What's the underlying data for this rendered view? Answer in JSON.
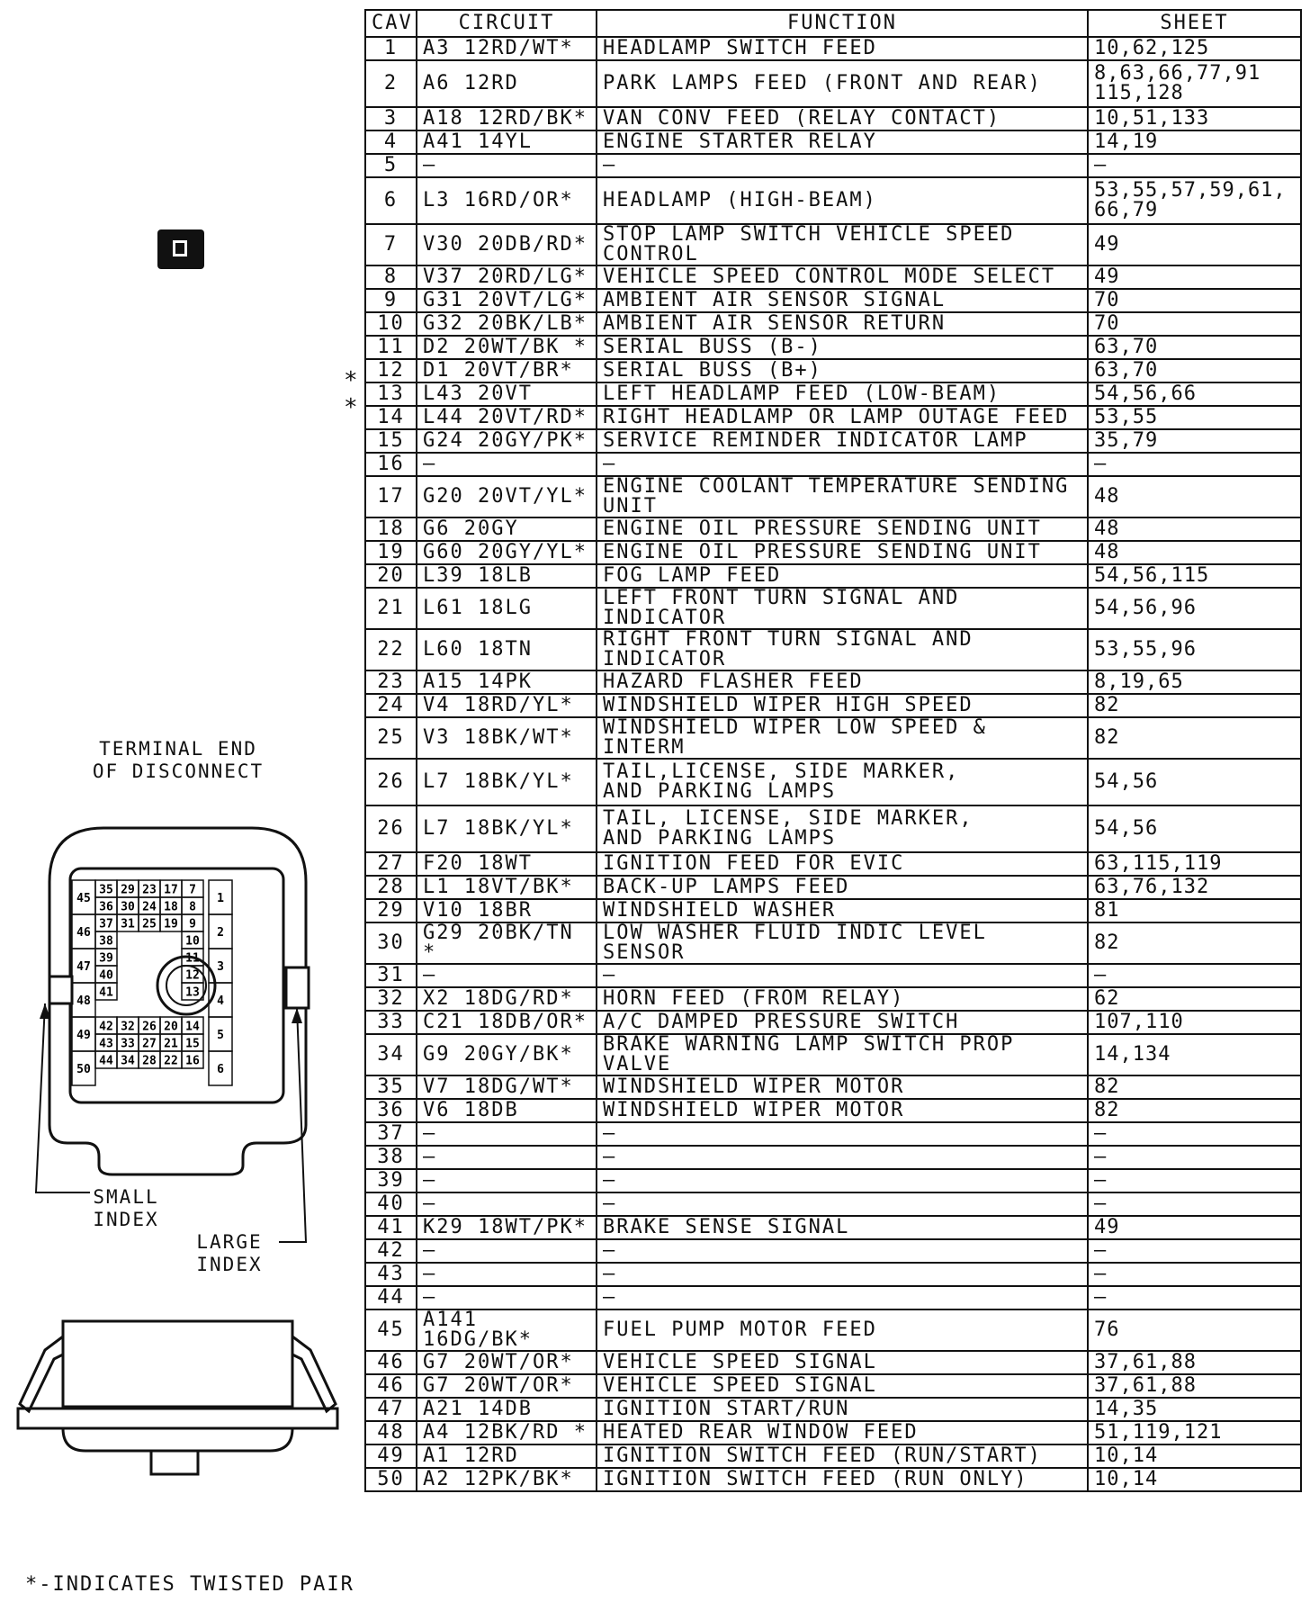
{
  "table": {
    "headers": {
      "cav": "CAV",
      "circuit": "CIRCUIT",
      "function": "FUNCTION",
      "sheet": "SHEET"
    },
    "rows": [
      {
        "cav": "1",
        "circuit": "A3 12RD/WT*",
        "function": "HEADLAMP SWITCH FEED",
        "sheet": "10,62,125"
      },
      {
        "cav": "2",
        "circuit": "A6 12RD",
        "function": "PARK LAMPS FEED (FRONT AND REAR)",
        "sheet": "8,63,66,77,91\n115,128"
      },
      {
        "cav": "3",
        "circuit": "A18 12RD/BK*",
        "function": "VAN CONV FEED (RELAY CONTACT)",
        "sheet": "10,51,133"
      },
      {
        "cav": "4",
        "circuit": "A41 14YL",
        "function": "ENGINE STARTER RELAY",
        "sheet": "14,19"
      },
      {
        "cav": "5",
        "circuit": "—",
        "function": "—",
        "sheet": "—"
      },
      {
        "cav": "6",
        "circuit": "L3 16RD/OR*",
        "function": "HEADLAMP (HIGH-BEAM)",
        "sheet": "53,55,57,59,61,\n66,79"
      },
      {
        "cav": "7",
        "circuit": "V30 20DB/RD*",
        "function": "STOP LAMP SWITCH VEHICLE SPEED CONTROL",
        "sheet": "49"
      },
      {
        "cav": "8",
        "circuit": "V37 20RD/LG*",
        "function": "VEHICLE SPEED CONTROL MODE SELECT",
        "sheet": "49"
      },
      {
        "cav": "9",
        "circuit": "G31 20VT/LG*",
        "function": "AMBIENT AIR SENSOR SIGNAL",
        "sheet": "70"
      },
      {
        "cav": "10",
        "circuit": "G32 20BK/LB*",
        "function": "AMBIENT AIR SENSOR RETURN",
        "sheet": "70"
      },
      {
        "cav": "11",
        "circuit": "D2 20WT/BK *",
        "function": "SERIAL BUSS (B-)",
        "sheet": "63,70"
      },
      {
        "cav": "12",
        "circuit": "D1 20VT/BR*",
        "function": "SERIAL BUSS (B+)",
        "sheet": "63,70"
      },
      {
        "cav": "13",
        "circuit": "L43 20VT",
        "function": "LEFT HEADLAMP FEED (LOW-BEAM)",
        "sheet": "54,56,66"
      },
      {
        "cav": "14",
        "circuit": "L44 20VT/RD*",
        "function": "RIGHT HEADLAMP OR LAMP OUTAGE FEED",
        "sheet": "53,55"
      },
      {
        "cav": "15",
        "circuit": "G24 20GY/PK*",
        "function": "SERVICE REMINDER INDICATOR LAMP",
        "sheet": "35,79"
      },
      {
        "cav": "16",
        "circuit": "—",
        "function": "—",
        "sheet": "—"
      },
      {
        "cav": "17",
        "circuit": "G20 20VT/YL*",
        "function": "ENGINE COOLANT TEMPERATURE SENDING UNIT",
        "sheet": "48"
      },
      {
        "cav": "18",
        "circuit": "G6 20GY",
        "function": "ENGINE OIL PRESSURE SENDING UNIT",
        "sheet": "48"
      },
      {
        "cav": "19",
        "circuit": "G60 20GY/YL*",
        "function": "ENGINE OIL PRESSURE SENDING UNIT",
        "sheet": "48"
      },
      {
        "cav": "20",
        "circuit": "L39 18LB",
        "function": "FOG LAMP FEED",
        "sheet": "54,56,115"
      },
      {
        "cav": "21",
        "circuit": "L61 18LG",
        "function": "LEFT FRONT TURN SIGNAL AND INDICATOR",
        "sheet": "54,56,96"
      },
      {
        "cav": "22",
        "circuit": "L60 18TN",
        "function": "RIGHT FRONT TURN SIGNAL AND INDICATOR",
        "sheet": "53,55,96"
      },
      {
        "cav": "23",
        "circuit": "A15 14PK",
        "function": "HAZARD FLASHER FEED",
        "sheet": "8,19,65"
      },
      {
        "cav": "24",
        "circuit": "V4 18RD/YL*",
        "function": "WINDSHIELD WIPER HIGH SPEED",
        "sheet": "82"
      },
      {
        "cav": "25",
        "circuit": "V3 18BK/WT*",
        "function": "WINDSHIELD WIPER LOW SPEED & INTERM",
        "sheet": "82"
      },
      {
        "cav": "26",
        "circuit": "L7 18BK/YL*",
        "function": "TAIL,LICENSE, SIDE MARKER,\nAND PARKING LAMPS",
        "sheet": "54,56"
      },
      {
        "cav": "26",
        "circuit": "L7 18BK/YL*",
        "function": "TAIL, LICENSE, SIDE MARKER,\nAND PARKING LAMPS",
        "sheet": "54,56"
      },
      {
        "cav": "27",
        "circuit": "F20 18WT",
        "function": "IGNITION FEED FOR EVIC",
        "sheet": "63,115,119"
      },
      {
        "cav": "28",
        "circuit": "L1 18VT/BK*",
        "function": "BACK-UP LAMPS FEED",
        "sheet": "63,76,132"
      },
      {
        "cav": "29",
        "circuit": "V10 18BR",
        "function": "WINDSHIELD WASHER",
        "sheet": "81"
      },
      {
        "cav": "30",
        "circuit": "G29 20BK/TN *",
        "function": "LOW WASHER FLUID INDIC LEVEL SENSOR",
        "sheet": "82"
      },
      {
        "cav": "31",
        "circuit": "—",
        "function": "—",
        "sheet": "—"
      },
      {
        "cav": "32",
        "circuit": "X2 18DG/RD*",
        "function": "HORN FEED (FROM RELAY)",
        "sheet": "62"
      },
      {
        "cav": "33",
        "circuit": "C21 18DB/OR*",
        "function": "A/C DAMPED PRESSURE SWITCH",
        "sheet": "107,110"
      },
      {
        "cav": "34",
        "circuit": "G9 20GY/BK*",
        "function": "BRAKE WARNING LAMP SWITCH PROP VALVE",
        "sheet": "14,134"
      },
      {
        "cav": "35",
        "circuit": "V7 18DG/WT*",
        "function": "WINDSHIELD WIPER MOTOR",
        "sheet": "82"
      },
      {
        "cav": "36",
        "circuit": "V6 18DB",
        "function": "WINDSHIELD WIPER MOTOR",
        "sheet": "82"
      },
      {
        "cav": "37",
        "circuit": "—",
        "function": "—",
        "sheet": "—"
      },
      {
        "cav": "38",
        "circuit": "—",
        "function": "—",
        "sheet": "—"
      },
      {
        "cav": "39",
        "circuit": "—",
        "function": "—",
        "sheet": "—"
      },
      {
        "cav": "40",
        "circuit": "—",
        "function": "—",
        "sheet": "—"
      },
      {
        "cav": "41",
        "circuit": "K29 18WT/PK*",
        "function": "BRAKE SENSE SIGNAL",
        "sheet": "49"
      },
      {
        "cav": "42",
        "circuit": "—",
        "function": "—",
        "sheet": "—"
      },
      {
        "cav": "43",
        "circuit": "—",
        "function": "—",
        "sheet": "—"
      },
      {
        "cav": "44",
        "circuit": "—",
        "function": "—",
        "sheet": "—"
      },
      {
        "cav": "45",
        "circuit": "A141 16DG/BK*",
        "function": "FUEL PUMP MOTOR FEED",
        "sheet": "76"
      },
      {
        "cav": "46",
        "circuit": "G7 20WT/OR*",
        "function": "VEHICLE SPEED SIGNAL",
        "sheet": "37,61,88"
      },
      {
        "cav": "46",
        "circuit": "G7 20WT/OR*",
        "function": "VEHICLE SPEED SIGNAL",
        "sheet": "37,61,88"
      },
      {
        "cav": "47",
        "circuit": "A21 14DB",
        "function": "IGNITION START/RUN",
        "sheet": "14,35"
      },
      {
        "cav": "48",
        "circuit": "A4 12BK/RD *",
        "function": "HEATED REAR WINDOW FEED",
        "sheet": "51,119,121"
      },
      {
        "cav": "49",
        "circuit": "A1 12RD",
        "function": "IGNITION SWITCH FEED (RUN/START)",
        "sheet": "10,14"
      },
      {
        "cav": "50",
        "circuit": "A2 12PK/BK*",
        "function": "IGNITION SWITCH FEED (RUN ONLY)",
        "sheet": "10,14"
      }
    ]
  },
  "markers": [
    "*",
    "*"
  ],
  "diagram": {
    "title_line1": "TERMINAL END",
    "title_line2": "OF DISCONNECT",
    "small_index_line1": "SMALL",
    "small_index_line2": "INDEX",
    "large_index_line1": "LARGE",
    "large_index_line2": "INDEX",
    "pin_numbers": [
      "45",
      "35",
      "29",
      "23",
      "17",
      "7",
      "1",
      "36",
      "30",
      "24",
      "18",
      "8",
      "46",
      "37",
      "31",
      "25",
      "19",
      "9",
      "2",
      "38",
      "10",
      "47",
      "39",
      "11",
      "3",
      "40",
      "12",
      "48",
      "41",
      "13",
      "4",
      "49",
      "42",
      "32",
      "26",
      "20",
      "14",
      "5",
      "43",
      "33",
      "27",
      "21",
      "15",
      "50",
      "44",
      "34",
      "28",
      "22",
      "16",
      "6"
    ]
  },
  "footnote": "*-INDICATES TWISTED PAIR"
}
